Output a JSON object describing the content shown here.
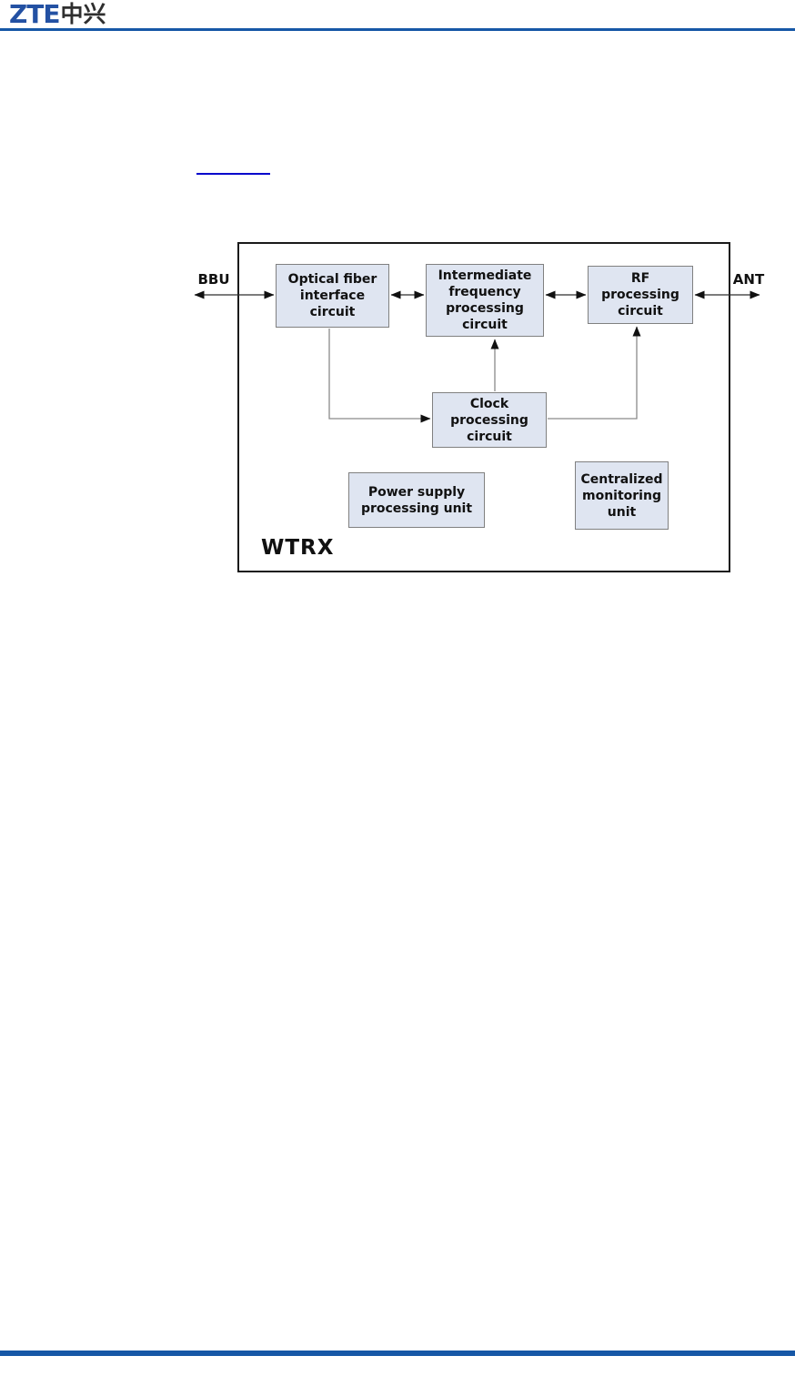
{
  "colors": {
    "header_rule": "#1657a6",
    "footer_rule": "#1657a6",
    "logo_blue": "#2351a3",
    "logo_dark": "#2f2f2f",
    "link_blue": "#0000cc",
    "node_fill": "#dfe5f1",
    "node_border": "#808080",
    "outer_border": "#1a1a1a"
  },
  "header": {
    "logo_zte": "ZTE",
    "logo_cn": "中兴"
  },
  "diagram": {
    "title": "WTRX",
    "left_label": "BBU",
    "right_label": "ANT",
    "nodes": {
      "optical": {
        "label": "Optical fiber interface circuit"
      },
      "intermediate": {
        "label": "Intermediate frequency processing circuit"
      },
      "rf": {
        "label": "RF processing circuit"
      },
      "clock": {
        "label": "Clock processing circuit"
      },
      "power": {
        "label": "Power supply processing unit"
      },
      "monitor": {
        "label": "Centralized monitoring unit"
      }
    },
    "connections": [
      "BBU <-> Optical fiber interface circuit",
      "Optical fiber interface circuit <-> Intermediate frequency processing circuit",
      "Intermediate frequency processing circuit <-> RF processing circuit",
      "RF processing circuit <-> ANT",
      "Optical fiber interface circuit -> Clock processing circuit",
      "Clock processing circuit -> Intermediate frequency processing circuit",
      "Clock processing circuit -> RF processing circuit"
    ]
  }
}
